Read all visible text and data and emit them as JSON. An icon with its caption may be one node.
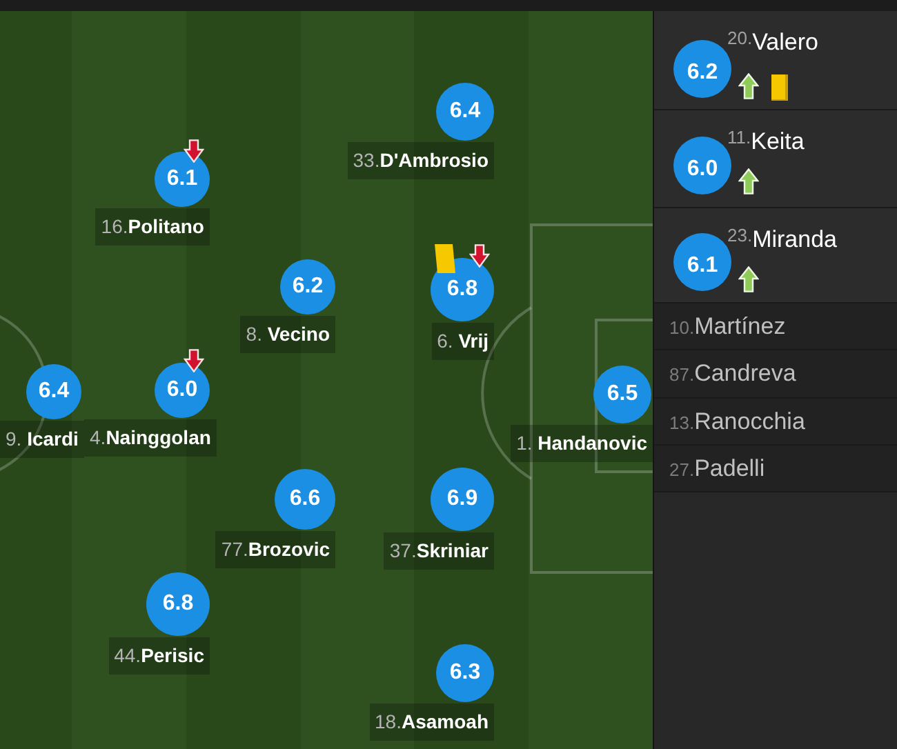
{
  "diagram": {
    "nodes": [
      {
        "text": [
          "6.4"
        ],
        "beside": [
          "33.D'Ambrosio"
        ]
      },
      {
        "text": [
          "6.1"
        ],
        "beside": [
          "16.Politano"
        ]
      },
      {
        "text": [
          "6.2"
        ],
        "beside": [
          "8. Vecino"
        ]
      },
      {
        "text": [
          "6.8"
        ],
        "beside": [
          "6. Vrij"
        ]
      },
      {
        "text": [
          "6.4"
        ],
        "beside": [
          "9. Icardi"
        ]
      },
      {
        "text": [
          "6.0"
        ],
        "beside": [
          "4.Nainggolan"
        ]
      },
      {
        "text": [
          "6.5"
        ],
        "beside": [
          "1. Handanovic"
        ]
      },
      {
        "text": [
          "6.6"
        ],
        "beside": [
          "77.Brozovic"
        ]
      },
      {
        "text": [
          "6.9"
        ],
        "beside": [
          "37.Skriniar"
        ]
      },
      {
        "text": [
          "6.8"
        ],
        "beside": [
          "44.Perisic"
        ]
      },
      {
        "text": [
          "6.3"
        ],
        "beside": [
          "18.Asamoah"
        ]
      },
      {
        "text": [
          "$^{20.}$Valero"
        ]
      },
      {
        "text": [
          "6.2"
        ],
        "in": 11
      },
      {
        "text": [
          "$^{11.}$Keita"
        ]
      },
      {
        "text": [
          "6.0"
        ],
        "in": 13
      },
      {
        "text": [
          "$^{23.}$Miranda"
        ]
      },
      {
        "text": [
          "6.1"
        ],
        "in": 15
      },
      {
        "text": [
          "10.Martínez"
        ]
      },
      {
        "text": [
          "87.Candreva"
        ]
      },
      {
        "text": [
          "13.Ranocchia"
        ]
      },
      {
        "text": [
          "27.Padelli"
        ]
      }
    ]
  }
}
